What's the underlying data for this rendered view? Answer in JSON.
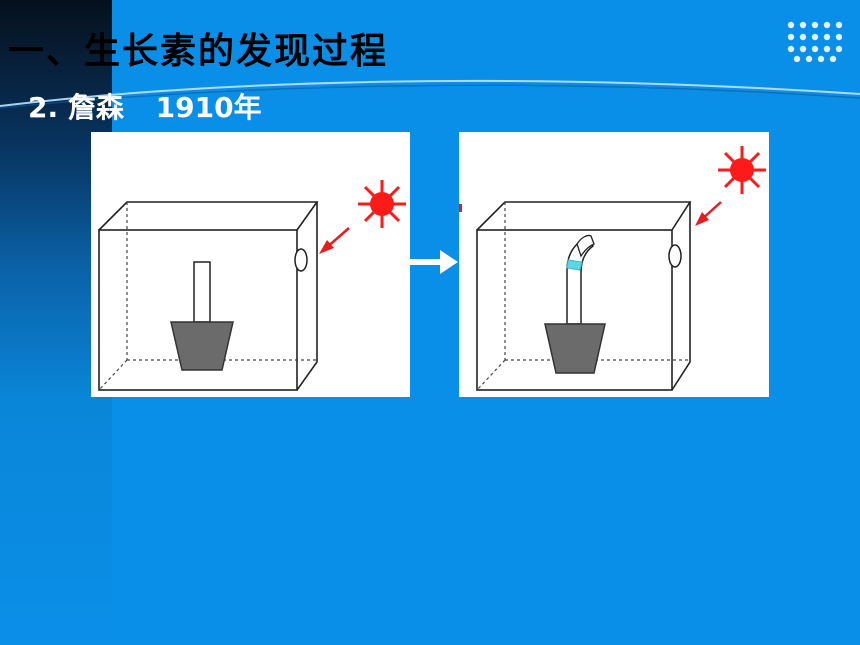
{
  "slide": {
    "title": "一、生长素的发现过程",
    "subtitle_number": "2.",
    "subtitle_name": "詹森",
    "subtitle_year": "1910年"
  },
  "colors": {
    "background": "#0a8fe8",
    "sun": "#ff1a1a",
    "light_arrow": "#e81c1c",
    "pot": "#6b6b6b",
    "agar_block": "#5ed6e6",
    "text_title": "#000000",
    "text_subtitle": "#ffffff"
  },
  "figures": [
    {
      "name": "experiment-before",
      "sun_icon": "sun-icon",
      "shoot": "straight"
    },
    {
      "name": "experiment-after",
      "sun_icon": "sun-icon",
      "shoot": "bent-toward-light"
    }
  ]
}
